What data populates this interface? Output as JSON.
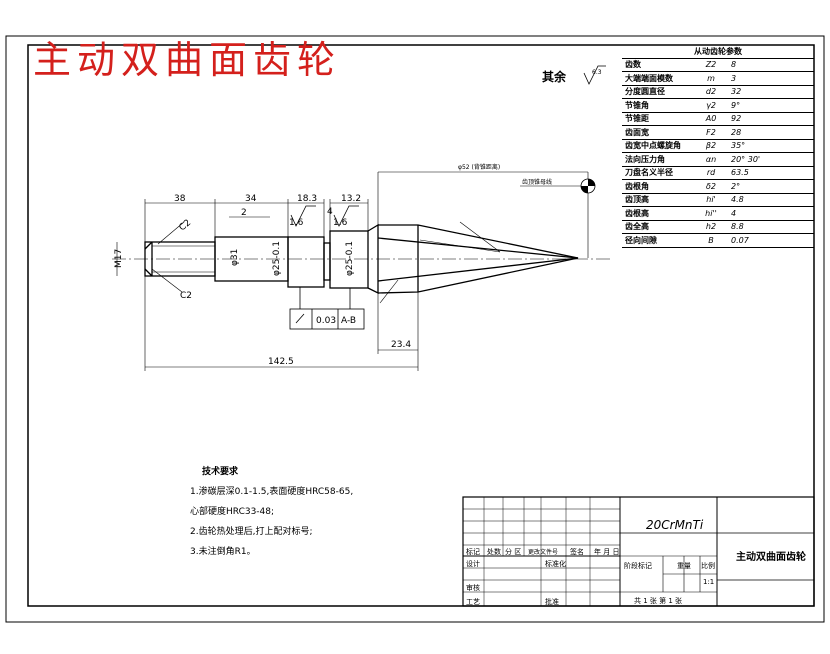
{
  "title": "主动双曲面齿轮",
  "surface_rest": "其余",
  "surface_rest_value": "6.3",
  "params_table": {
    "header": "从动齿轮参数",
    "rows": [
      {
        "name": "齿数",
        "symbol": "Z2",
        "value": "8"
      },
      {
        "name": "大端端面模数",
        "symbol": "m",
        "value": "3"
      },
      {
        "name": "分度圆直径",
        "symbol": "d2",
        "value": "32"
      },
      {
        "name": "节锥角",
        "symbol": "γ2",
        "value": "9°"
      },
      {
        "name": "节锥距",
        "symbol": "A0",
        "value": "92"
      },
      {
        "name": "齿面宽",
        "symbol": "F2",
        "value": "28"
      },
      {
        "name": "齿宽中点螺旋角",
        "symbol": "β2",
        "value": "35°"
      },
      {
        "name": "法向压力角",
        "symbol": "αn",
        "value": "20° 30'"
      },
      {
        "name": "刀盘名义半径",
        "symbol": "rd",
        "value": "63.5"
      },
      {
        "name": "齿根角",
        "symbol": "δ2",
        "value": "2°"
      },
      {
        "name": "齿顶高",
        "symbol": "hi'",
        "value": "4.8"
      },
      {
        "name": "齿根高",
        "symbol": "hi''",
        "value": "4"
      },
      {
        "name": "齿全高",
        "symbol": "h2",
        "value": "8.8"
      },
      {
        "name": "径向间隙",
        "symbol": "B",
        "value": "0.07"
      }
    ]
  },
  "dimensions": {
    "d38": "38",
    "d34": "34",
    "d18_3": "18.3",
    "d13_2": "13.2",
    "d4": "4",
    "d2": "2",
    "d142_5": "142.5",
    "d23_4": "23.4",
    "c2a": "C2",
    "c2b": "C2",
    "m17": "M17",
    "phi31": "φ31",
    "phi25a": "φ25-0.1",
    "phi25b": "φ25-0.1",
    "r6_3": "1.6",
    "r1_6": "1.6",
    "gtol_value": "0.03",
    "gtol_datum": "A-B",
    "top_dim": "φ52 (背锥距离)",
    "tooth_note": "齿顶锥母线"
  },
  "tech_notes": {
    "title": "技术要求",
    "lines": [
      "1.渗碳层深0.1-1.5,表面硬度HRC58-65,",
      "  心部硬度HRC33-48;",
      "2.齿轮热处理后,打上配对标号;",
      "3.未注倒角R1。"
    ]
  },
  "title_block": {
    "material": "20CrMnTi",
    "drawing_name": "主动双曲面齿轮",
    "labels": {
      "mark": "标记",
      "count": "处数",
      "zone": "分 区",
      "doc_no": "更改文件号",
      "sign": "签名",
      "date": "年 月 日",
      "design": "设计",
      "standardize": "标准化",
      "stage_mark": "阶段标记",
      "weight": "重量",
      "scale": "比例",
      "check": "审核",
      "process": "工艺",
      "approve": "批准",
      "scale_value": "1:1",
      "sheets": "共 1 张 第 1 张"
    }
  }
}
